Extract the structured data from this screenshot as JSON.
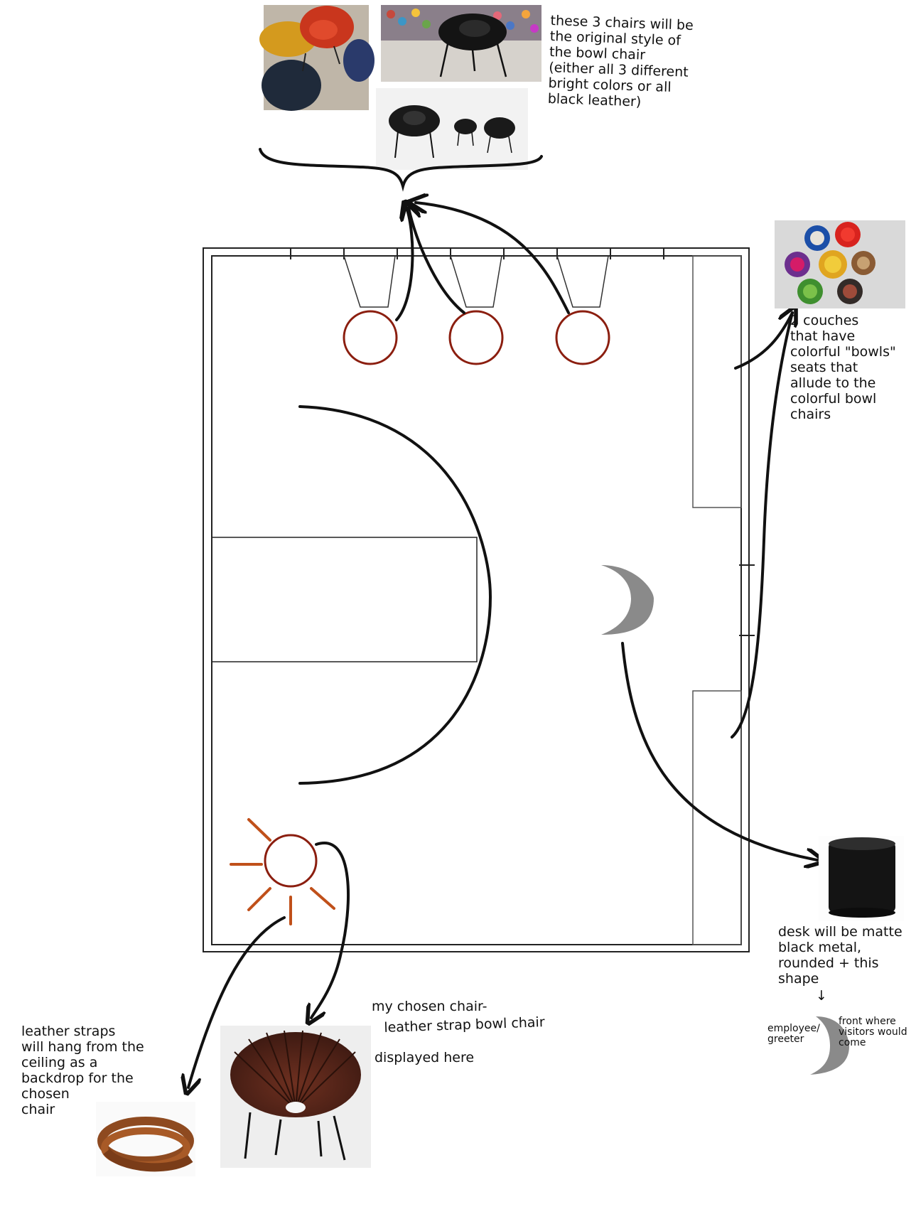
{
  "notes": {
    "three_chairs": "these 3 chairs will be\nthe original style of\nthe bowl chair\n(either all 3 different\nbright colors or all\nblack leather)",
    "couches": "2 couches\nthat have\ncolorful \"bowls\"\nseats that\nallude to the\ncolorful bowl\nchairs",
    "desk": "desk will be matte\nblack metal,\nrounded + this\nshape",
    "desk_arrow": "↓",
    "employee": "employee/\ngreeter",
    "front": "front where\nvisitors would\ncome",
    "chosen_chair_line1": "my chosen chair-",
    "chosen_chair_line2": "leather strap bowl chair",
    "chosen_chair_line3": "displayed here",
    "straps": "leather straps\nwill hang from the\nceiling as a\nbackdrop for the\nchosen\nchair"
  },
  "colors": {
    "chair_circle": "#8b1e0f",
    "sun": "#c0501a",
    "ink": "#111111",
    "moon": "#8a8a8a",
    "wall": "#222222"
  }
}
